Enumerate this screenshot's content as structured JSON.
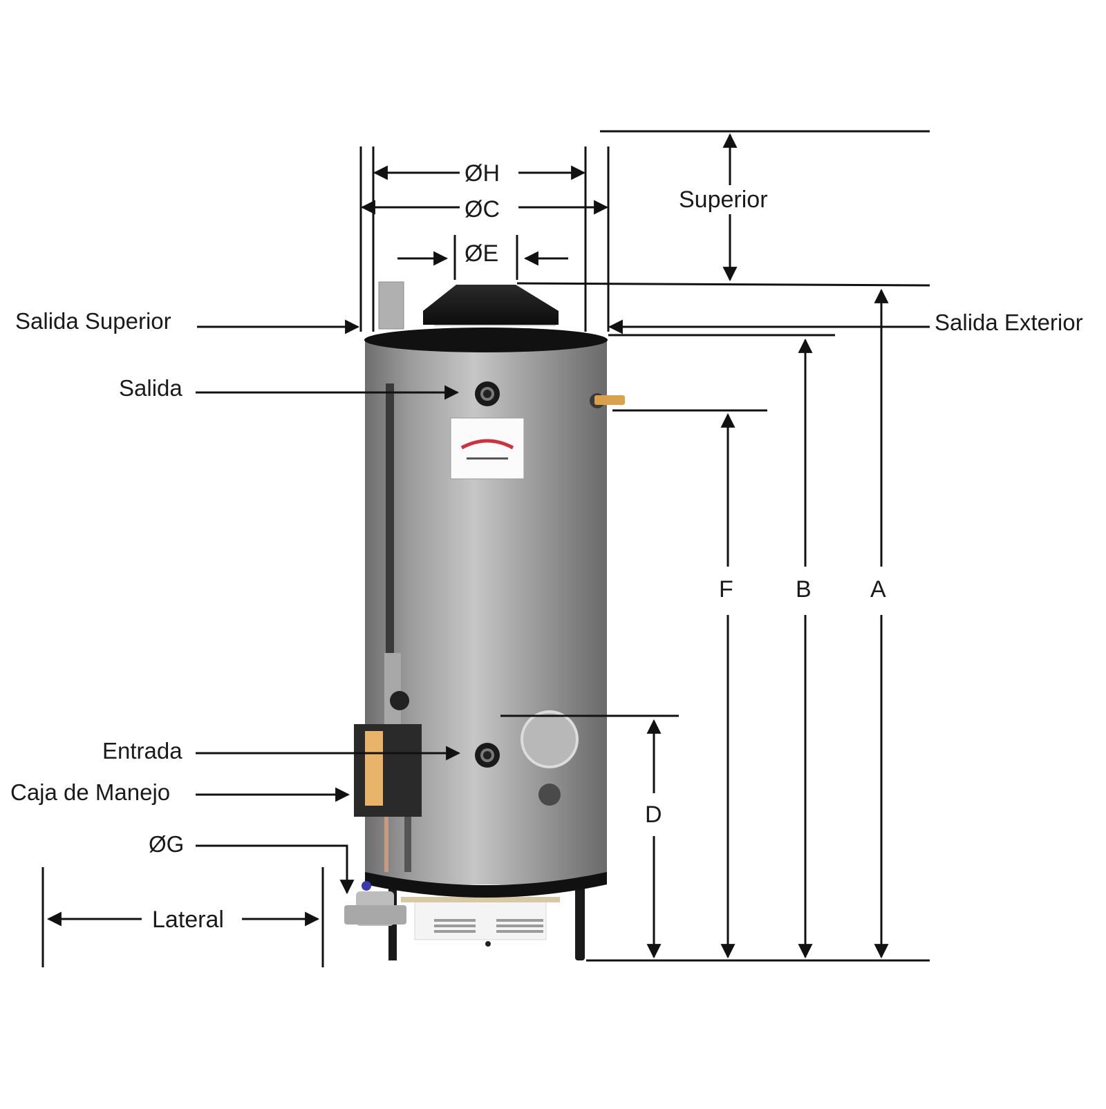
{
  "diagram": {
    "subject": "Calentador de agua comercial a gas",
    "part_labels": {
      "salida_superior": "Salida Superior",
      "salida": "Salida",
      "entrada": "Entrada",
      "caja_de_manejo": "Caja de Manejo",
      "g": "ØG",
      "salida_exterior": "Salida Exterior"
    },
    "dimension_labels": {
      "h": "ØH",
      "c": "ØC",
      "e": "ØE",
      "superior": "Superior",
      "lateral": "Lateral",
      "a": "A",
      "b": "B",
      "f": "F",
      "d": "D"
    },
    "colors": {
      "line": "#111111",
      "tank_body": "#8d8d8d",
      "tank_highlight": "#c4c4c4",
      "tank_trim": "#111111",
      "control_box": "#2a2a2a",
      "control_panel": "#e8b46a",
      "badge_accent": "#d0303a",
      "background": "#ffffff"
    }
  }
}
